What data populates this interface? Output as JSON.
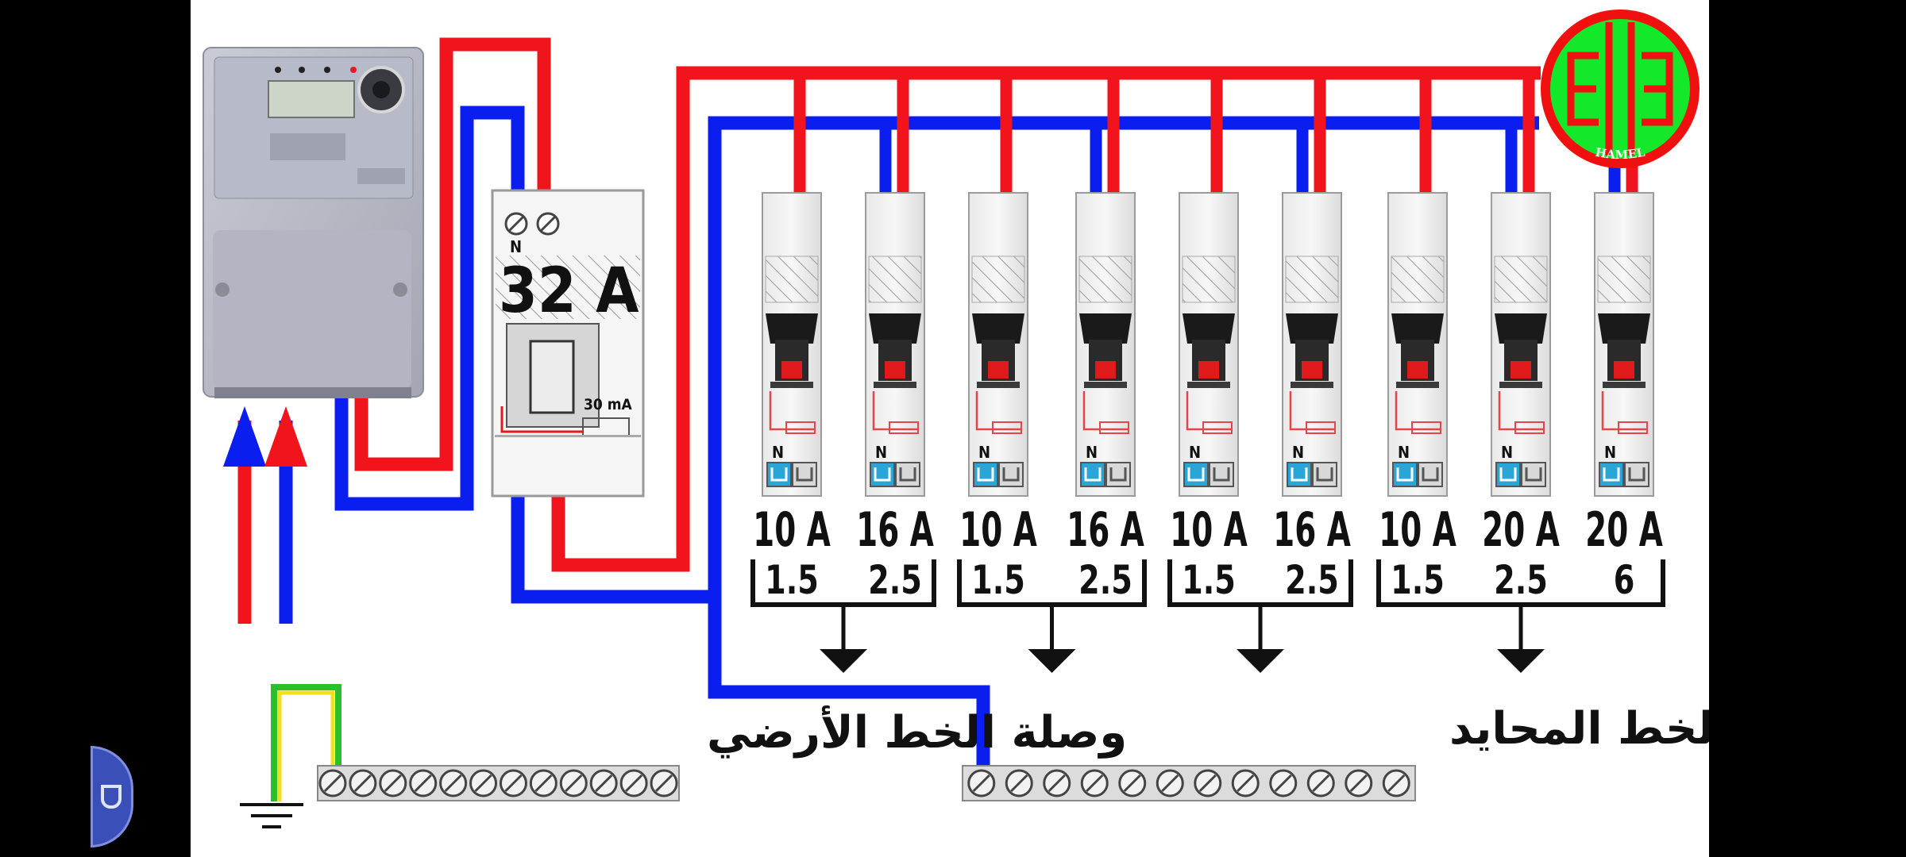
{
  "colors": {
    "live": "#f2141c",
    "neutral": "#0a1ef0",
    "earth_green": "#2bbf2b",
    "earth_yellow": "#f0e020",
    "logo_green": "#13e82a",
    "logo_red": "#f01010"
  },
  "meter": {
    "icon": "electricity-meter-icon"
  },
  "rcd": {
    "neutral_marker": "N",
    "rating": "32 A",
    "sensitivity": "30 mA"
  },
  "breakers": [
    {
      "rating": "10 A",
      "neutral_marker": "N"
    },
    {
      "rating": "16 A",
      "neutral_marker": "N"
    },
    {
      "rating": "10 A",
      "neutral_marker": "N"
    },
    {
      "rating": "16 A",
      "neutral_marker": "N"
    },
    {
      "rating": "10 A",
      "neutral_marker": "N"
    },
    {
      "rating": "16 A",
      "neutral_marker": "N"
    },
    {
      "rating": "10 A",
      "neutral_marker": "N"
    },
    {
      "rating": "20 A",
      "neutral_marker": "N"
    },
    {
      "rating": "20 A",
      "neutral_marker": "N"
    }
  ],
  "cable_sections": [
    "1.5",
    "2.5",
    "1.5",
    "2.5",
    "1.5",
    "2.5",
    "1.5",
    "2.5",
    "6"
  ],
  "earth_bar": {
    "label": "وصلة الخط الأرضي"
  },
  "neutral_bar": {
    "label": "وصلة الخط المحايد"
  },
  "logo": {
    "text": "HAMEL"
  }
}
